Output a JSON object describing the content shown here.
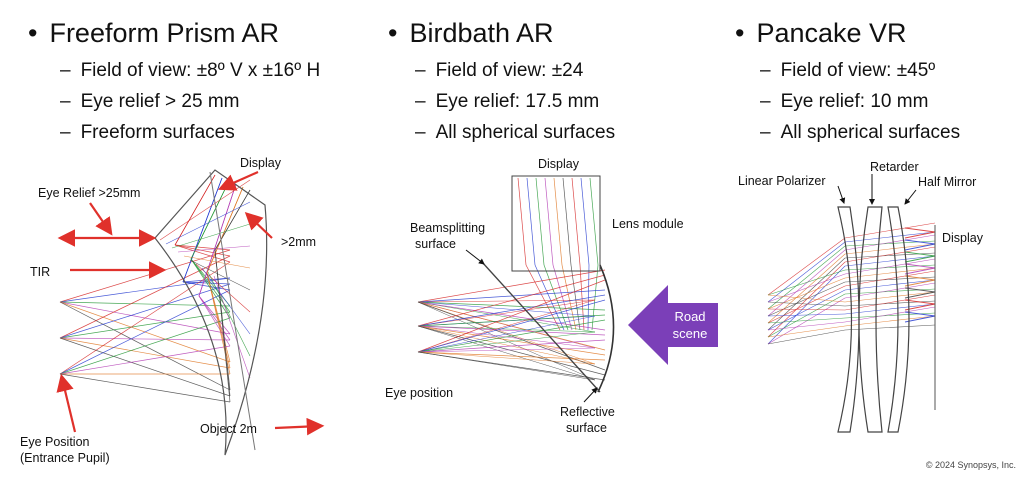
{
  "sections": [
    {
      "title": "Freeform Prism AR",
      "bullets": [
        "Field of view: ±8º V x ±16º H",
        "Eye relief > 25 mm",
        "Freeform surfaces"
      ]
    },
    {
      "title": "Birdbath AR",
      "bullets": [
        "Field of view: ±24",
        "Eye relief: 17.5 mm",
        "All spherical surfaces"
      ]
    },
    {
      "title": "Pancake VR",
      "bullets": [
        "Field of view: ±45º",
        "Eye relief: 10 mm",
        "All spherical surfaces"
      ]
    }
  ],
  "diagram_labels": {
    "freeform": {
      "display": "Display",
      "eye_relief": "Eye Relief >25mm",
      "gap": ">2mm",
      "tir": "TIR",
      "eye_position_1": "Eye Position",
      "eye_position_2": "(Entrance Pupil)",
      "object": "Object 2m"
    },
    "birdbath": {
      "display": "Display",
      "lens_module": "Lens module",
      "beamsplitting_1": "Beamsplitting",
      "beamsplitting_2": "surface",
      "eye_position": "Eye position",
      "reflective_1": "Reflective",
      "reflective_2": "surface",
      "road_1": "Road",
      "road_2": "scene"
    },
    "pancake": {
      "linear_polarizer": "Linear Polarizer",
      "retarder": "Retarder",
      "half_mirror": "Half Mirror",
      "display": "Display"
    }
  },
  "copyright": "© 2024 Synopsys, Inc.",
  "colors": {
    "arrow_red": "#e0312b",
    "road_purple": "#7b3fb8"
  }
}
